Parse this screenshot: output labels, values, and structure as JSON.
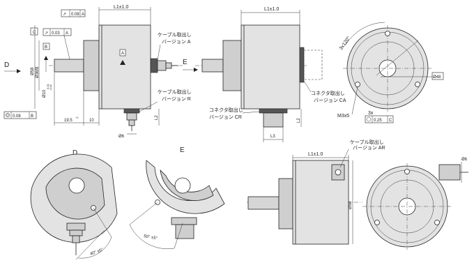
{
  "views": {
    "side_a": {
      "dim_l1": "L1±1.0",
      "tol_runout": "0.08",
      "tol_runout_ref": "A",
      "datum_c": "C",
      "tol_runout2": "0.03",
      "tol_runout2_ref": "A",
      "datum_b": "B",
      "dim_d58": "Ø58",
      "dim_d36": "Ø36f8",
      "dim_d10": "Ø10",
      "dim_d10_tol_top": "0.01",
      "dim_d10_tol_bottom": "-0.02",
      "cable_a": "ケーブル取出し",
      "cable_a2": "バージョン A",
      "cable_r": "ケーブル取出し",
      "cable_r2": "バージョン R",
      "datum_a": "A",
      "label_d": "D",
      "label_e": "E",
      "dim_19_5": "19.5",
      "dim_19_5_tol": "+1",
      "dim_10": "10",
      "dim_l2": "L2",
      "dim_d6": "Ø6",
      "tol_concentric": "0.08",
      "tol_concentric_ref": "B"
    },
    "side_ca": {
      "dim_l1": "L1±1.0",
      "conn_ca": "コネクタ取出し",
      "conn_ca2": "バージョン CA",
      "conn_cr": "コネクタ取出し",
      "conn_cr2": "バージョン CR",
      "dim_l2": "L2",
      "dim_l3": "L3"
    },
    "front_top": {
      "dim_3x120": "3x120°",
      "dim_d48": "Ø48",
      "dim_m3": "M3x5",
      "dim_3x": "3x",
      "tol_pos": "0.25",
      "tol_pos_ref": "C"
    },
    "view_d": {
      "label": "D",
      "angle": "40° ±5°"
    },
    "view_e": {
      "label": "E",
      "angle": "50° ±5°"
    },
    "side_ar": {
      "dim_l1": "L1±1.0",
      "cable_ar": "ケーブル取出し",
      "cable_ar2": "バージョン AR",
      "dim_d58": "Ø58"
    },
    "front_bottom": {
      "dim_d6": "Ø6"
    }
  }
}
